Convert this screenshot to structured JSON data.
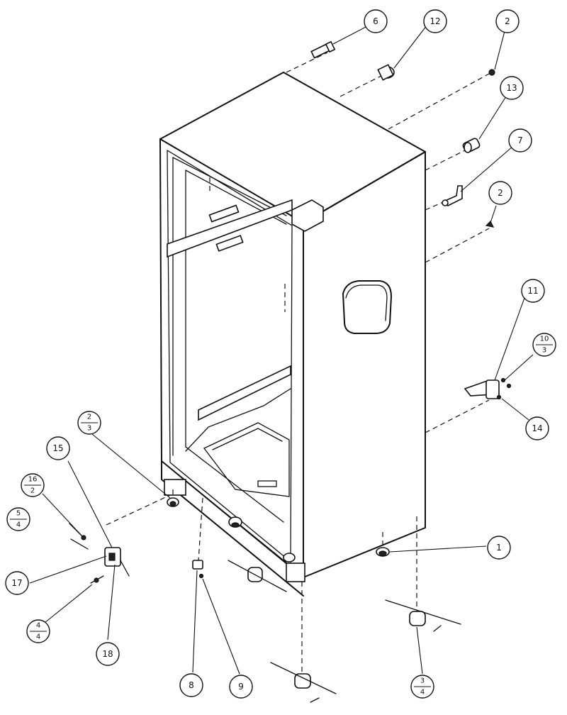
{
  "callouts": {
    "c6": "6",
    "c12": "12",
    "c2a": "2",
    "c13": "13",
    "c7": "7",
    "c2b": "2",
    "c11": "11",
    "c10_3": {
      "num": "10",
      "den": "3"
    },
    "c14": "14",
    "c15": "15",
    "c2_3": {
      "num": "2",
      "den": "3"
    },
    "c16_2": {
      "num": "16",
      "den": "2"
    },
    "c5_4": {
      "num": "5",
      "den": "4"
    },
    "c17": "17",
    "c4_4": {
      "num": "4",
      "den": "4"
    },
    "c18": "18",
    "c8": "8",
    "c9": "9",
    "c3_4": {
      "num": "3",
      "den": "4"
    },
    "c1": "1"
  }
}
